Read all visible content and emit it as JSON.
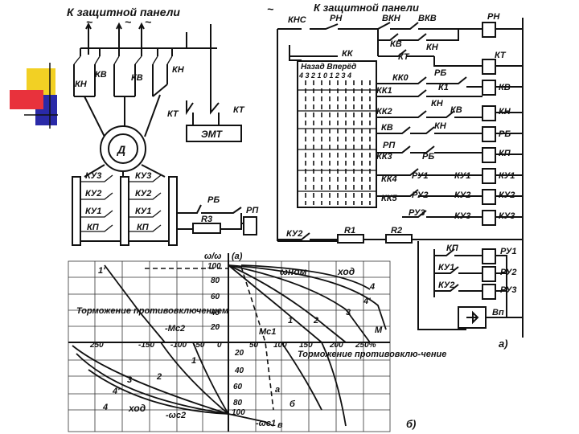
{
  "deco": {
    "yellow": "#f2d024",
    "red": "#e8323c",
    "blue": "#2a2aa8"
  },
  "top_left": {
    "header": "К защитной панели",
    "tilde": "~",
    "kv1": "КВ",
    "kn1": "КН",
    "kv2": "КВ",
    "kn2": "КН",
    "kt1": "КТ",
    "kt2": "КТ",
    "emt": "ЭМТ",
    "motor": "Д"
  },
  "resistors": {
    "ku3": "КУ3",
    "ku2": "КУ2",
    "ku1": "КУ1",
    "kp": "КП",
    "ku3b": "КУ3",
    "ku2b": "КУ2",
    "ku1b": "КУ1",
    "kpb": "КП",
    "rb": "РБ",
    "r3": "R3",
    "rp": "РП"
  },
  "control": {
    "tilde": "~",
    "header": "К защитной панели",
    "vkn": "ВКН",
    "vkv": "ВКВ",
    "knc": "КНС",
    "rn": "РН",
    "kk": "КК",
    "kv": "КВ",
    "kn": "КН",
    "kt": "КТ",
    "kk0": "КК0",
    "kk1": "КК1",
    "kk2": "КК2",
    "kk3": "КК3",
    "kk4": "КК4",
    "kk5": "КК5",
    "rb": "РБ",
    "k1": "К1",
    "kv2": "КВ",
    "kn2": "КН",
    "kn3": "КН",
    "kv3": "КВ",
    "rp": "РП",
    "rb2": "РБ",
    "ru1": "РУ1",
    "ru2": "РУ2",
    "ru3": "РУ3",
    "ku1": "КУ1",
    "ku2": "КУ2",
    "ku3": "КУ3",
    "ku2b": "КУ2",
    "r1": "R1",
    "r2": "R2",
    "kp": "КП",
    "ku1b": "КУ1",
    "ku2c": "КУ2",
    "coils": [
      "РН",
      "КТ",
      "КВ",
      "КН",
      "РБ",
      "КП",
      "КУ1",
      "КУ2",
      "КУ3"
    ],
    "coils2": [
      "РУ1",
      "РУ2",
      "РУ3",
      "Вп"
    ],
    "controller_title": "Назад Вперёд",
    "controller_positions": "4 3 2 1 0 1 2 3 4",
    "label_a": "а)"
  },
  "graph": {
    "omega_label": "ω/ω",
    "a_label": "(а)",
    "y_ticks_top": [
      "100",
      "80",
      "60",
      "40",
      "20"
    ],
    "y_ticks_bottom": [
      "20",
      "40",
      "60",
      "80",
      "100"
    ],
    "x_ticks_left": [
      "250",
      "-150",
      "-100",
      "-50",
      "0"
    ],
    "x_ticks_right": [
      "50",
      "100",
      "150",
      "200",
      "250%"
    ],
    "omega_nom": "ωном",
    "xod_top": "ход",
    "xod_bottom": "ход",
    "braking_left": "Торможение противовключением",
    "braking_right": "Торможение противовклю-чение",
    "m_c2": "-Mс2",
    "m_c1": "Mс1",
    "omega_c2": "-ωс2",
    "omega_c1": "-ωс1",
    "m_label": "M",
    "curve_labels_top": [
      "1",
      "2",
      "3",
      "4",
      "4'"
    ],
    "curve_labels_bottom": [
      "1",
      "2",
      "3",
      "4'",
      "4"
    ],
    "points_top": [
      "1'"
    ],
    "a_pt": "а",
    "b_pt": "б",
    "v_pt": "в",
    "label_b": "б)"
  }
}
